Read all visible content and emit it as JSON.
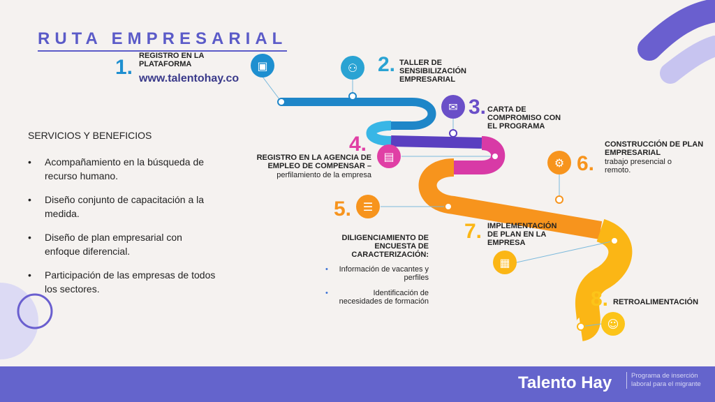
{
  "title": "RUTA EMPRESARIAL",
  "services": {
    "heading": "SERVICIOS Y BENEFICIOS",
    "items": [
      "Acompañamiento en la búsqueda de recurso humano.",
      "Diseño conjunto de capacitación a la medida.",
      "Diseño de plan empresarial con enfoque diferencial.",
      "Participación de las empresas de todos los sectores."
    ]
  },
  "steps": [
    {
      "num": "1.",
      "label": "REGISTRO EN LA PLATAFORMA",
      "url": "www.talentohay.co",
      "color": "#1e8fd0",
      "icon": "computer-icon"
    },
    {
      "num": "2.",
      "label": "TALLER DE SENSIBILIZACIÓN EMPRESARIAL",
      "color": "#2aa3d3",
      "icon": "people-icon"
    },
    {
      "num": "3.",
      "label": "CARTA DE COMPROMISO CON EL PROGRAMA",
      "color": "#6a4fc8",
      "icon": "envelope-icon"
    },
    {
      "num": "4.",
      "label": "REGISTRO EN LA AGENCIA DE EMPLEO DE COMPENSAR –",
      "sub": "perfilamiento de la empresa",
      "color": "#e03fa5",
      "icon": "building-icon"
    },
    {
      "num": "5.",
      "label": "DILIGENCIAMIENTO DE ENCUESTA DE CARACTERIZACIÓN:",
      "bullets": [
        "Información de vacantes y perfiles",
        "Identificación de necesidades de formación"
      ],
      "color": "#f7941d",
      "icon": "document-icon"
    },
    {
      "num": "6.",
      "label": "CONSTRUCCIÓN DE PLAN EMPRESARIAL",
      "sub": "trabajo presencial o remoto.",
      "color": "#f7941d",
      "icon": "gear-icon"
    },
    {
      "num": "7.",
      "label": "IMPLEMENTACIÓN DE PLAN EN LA EMPRESA",
      "color": "#fbb615",
      "icon": "presentation-icon"
    },
    {
      "num": "8.",
      "label": "RETROALIMENTACIÓN",
      "color": "#fcc419",
      "icon": "feedback-icon"
    }
  ],
  "footer": {
    "brand": "Talento Hay",
    "tagline": "Programa de inserción laboral para el migrante"
  }
}
